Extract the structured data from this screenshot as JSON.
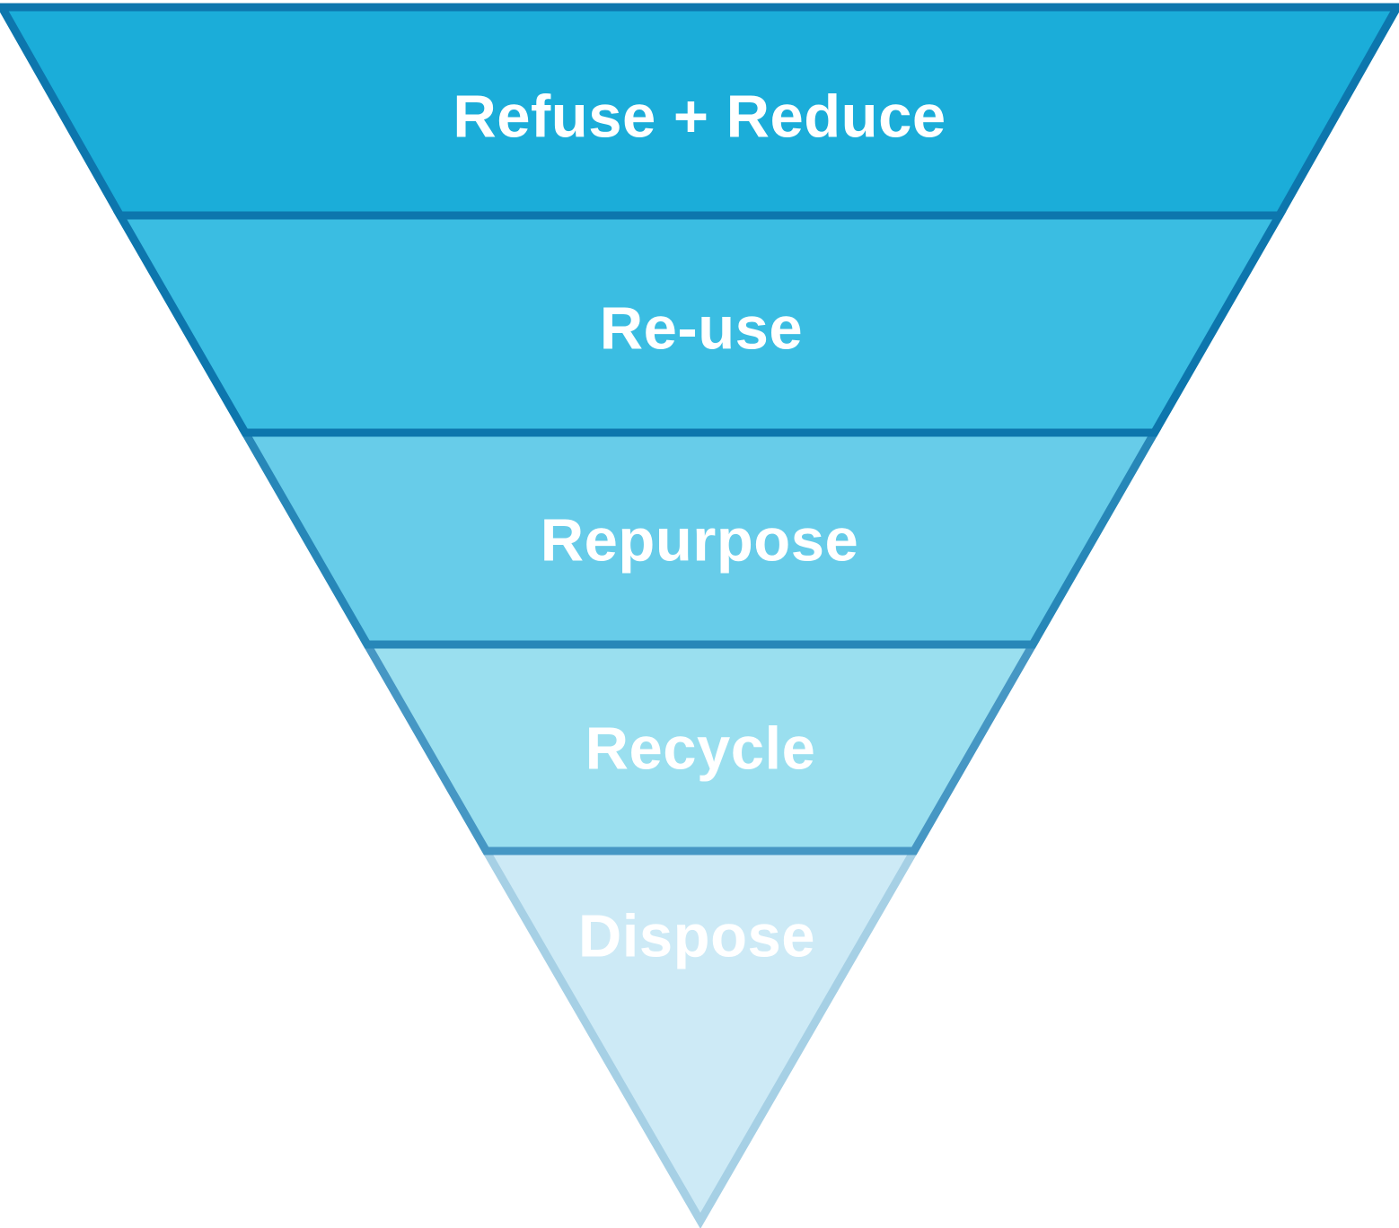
{
  "diagram": {
    "type": "inverted-pyramid-funnel",
    "subject": "waste-hierarchy",
    "text_color": "#ffffff",
    "background_color": "#ffffff",
    "levels": [
      {
        "label": "Refuse + Reduce",
        "fill": "#1badd9",
        "stroke": "#0d76ad"
      },
      {
        "label": "Re-use",
        "fill": "#3abde2",
        "stroke": "#0d76ad"
      },
      {
        "label": "Repurpose",
        "fill": "#67cce9",
        "stroke": "#2787b8"
      },
      {
        "label": "Recycle",
        "fill": "#9adfef",
        "stroke": "#4697c4"
      },
      {
        "label": "Dispose",
        "fill": "#cdeaf6",
        "stroke": "#a6d0e5"
      }
    ]
  }
}
